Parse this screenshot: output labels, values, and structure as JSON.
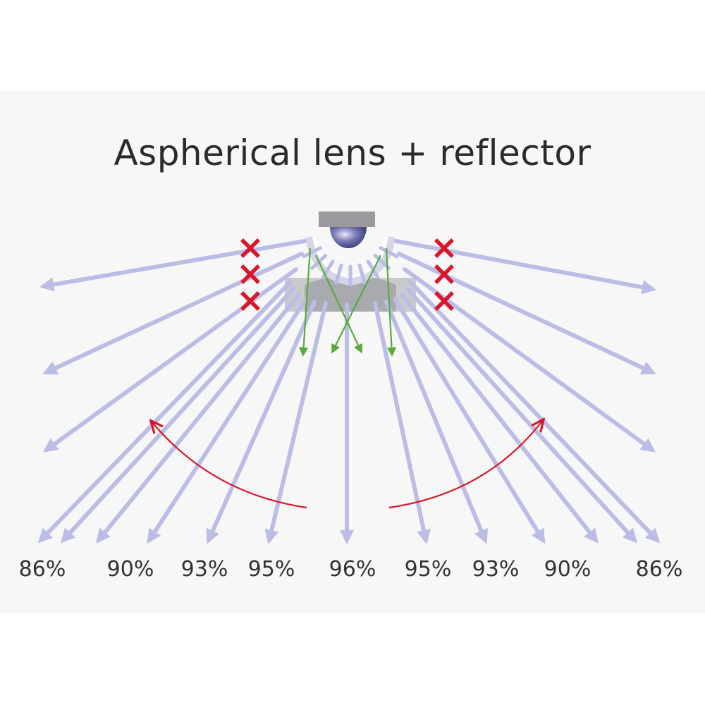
{
  "title": "Aspherical lens + reflector",
  "efficiency_labels": [
    "86%",
    "90%",
    "93%",
    "95%",
    "96%",
    "95%",
    "93%",
    "90%",
    "86%"
  ],
  "icons": {
    "blocked_marker": "x-mark-icon",
    "light_source": "led-bulb-icon",
    "spread_indicator": "curved-arrow-icon"
  },
  "colors": {
    "ray": "#bcbde6",
    "blocked": "#d8182a",
    "internal_ray": "#5aaa3a",
    "spread_arrow": "#d8182a",
    "lens": "#b6b6bc",
    "led_base": "#9a9a9e",
    "led_dome": "#5a5a9a",
    "text": "#333333"
  }
}
